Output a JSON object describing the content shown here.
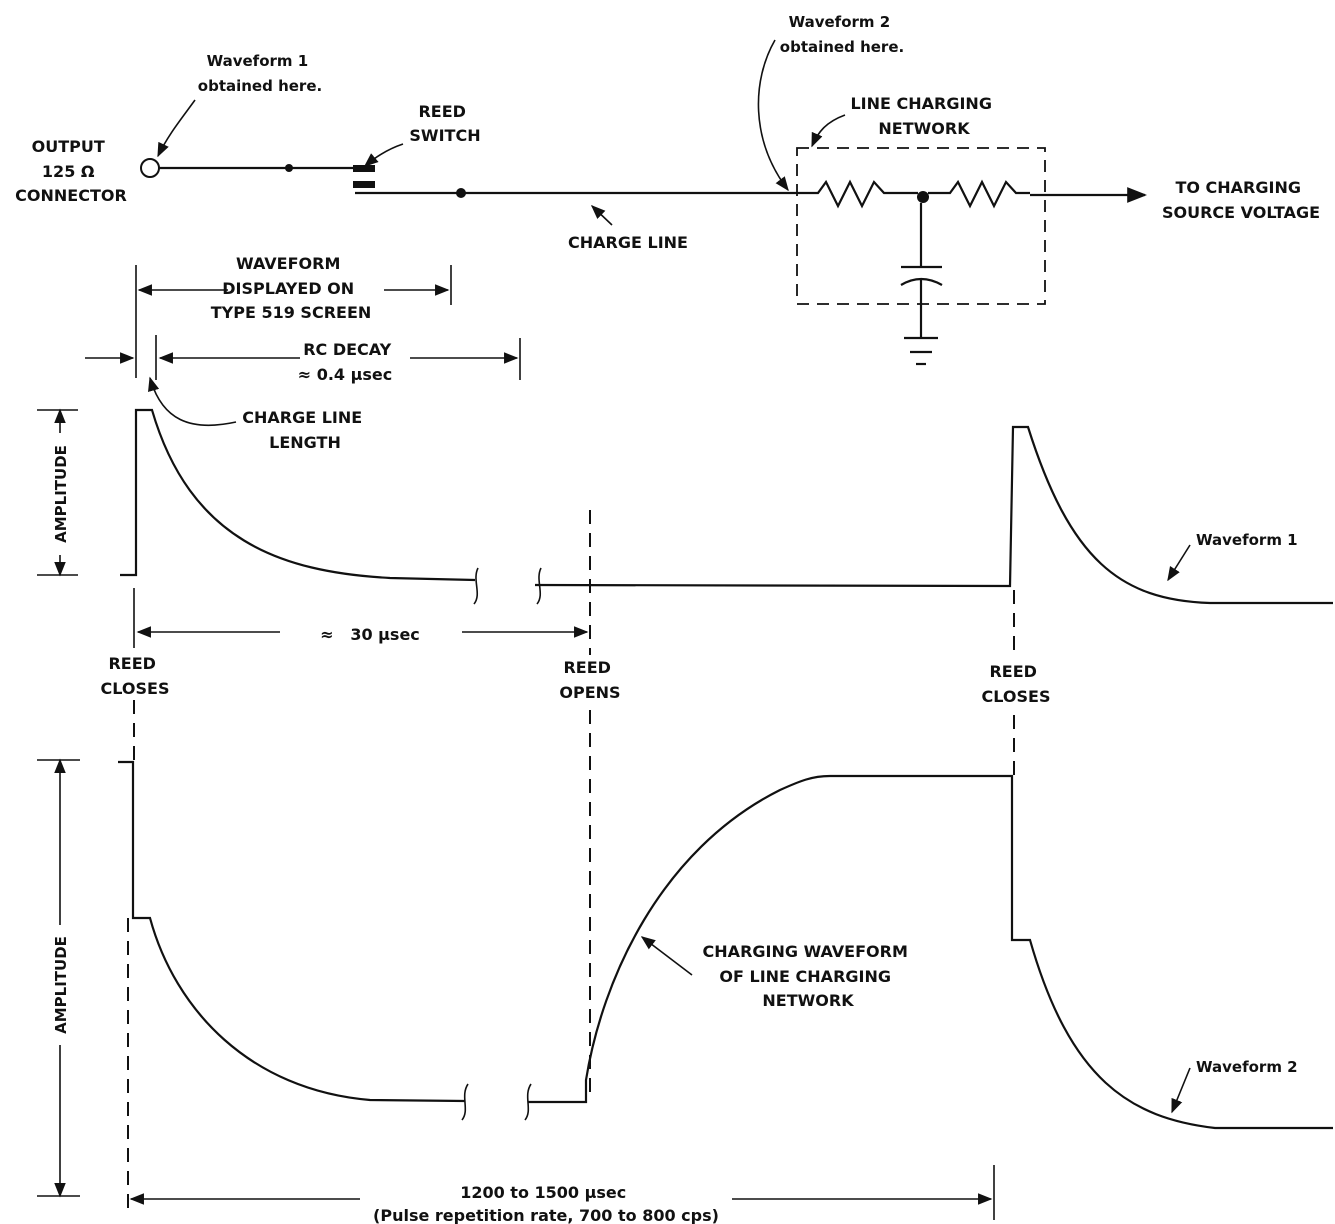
{
  "labels": {
    "waveform1_probe": [
      "Waveform 1",
      "obtained here."
    ],
    "waveform2_probe": [
      "Waveform 2",
      "obtained here."
    ],
    "output_connector": [
      "OUTPUT",
      "125 Ω",
      "CONNECTOR"
    ],
    "reed_switch": [
      "REED",
      "SWITCH"
    ],
    "line_charging_network": [
      "LINE CHARGING",
      "NETWORK"
    ],
    "to_charging_source": [
      "TO CHARGING",
      "SOURCE VOLTAGE"
    ],
    "charge_line": "CHARGE LINE",
    "waveform_displayed": [
      "WAVEFORM",
      "DISPLAYED ON",
      "TYPE 519 SCREEN"
    ],
    "rc_decay": [
      "RC DECAY",
      "≈ 0.4 µsec"
    ],
    "charge_line_length": [
      "CHARGE LINE",
      "LENGTH"
    ],
    "amplitude_top": "AMPLITUDE",
    "amplitude_bottom": "AMPLITUDE",
    "period_30": "≈   30 µsec",
    "reed_closes_1": [
      "REED",
      "CLOSES"
    ],
    "reed_opens": [
      "REED",
      "OPENS"
    ],
    "reed_closes_2": [
      "REED",
      "CLOSES"
    ],
    "waveform1_trace": "Waveform 1",
    "waveform2_trace": "Waveform 2",
    "charging_waveform": [
      "CHARGING WAVEFORM",
      "OF LINE CHARGING",
      "NETWORK"
    ],
    "repetition": [
      "1200 to 1500 µsec",
      "(Pulse repetition rate, 700 to 800 cps)"
    ]
  }
}
